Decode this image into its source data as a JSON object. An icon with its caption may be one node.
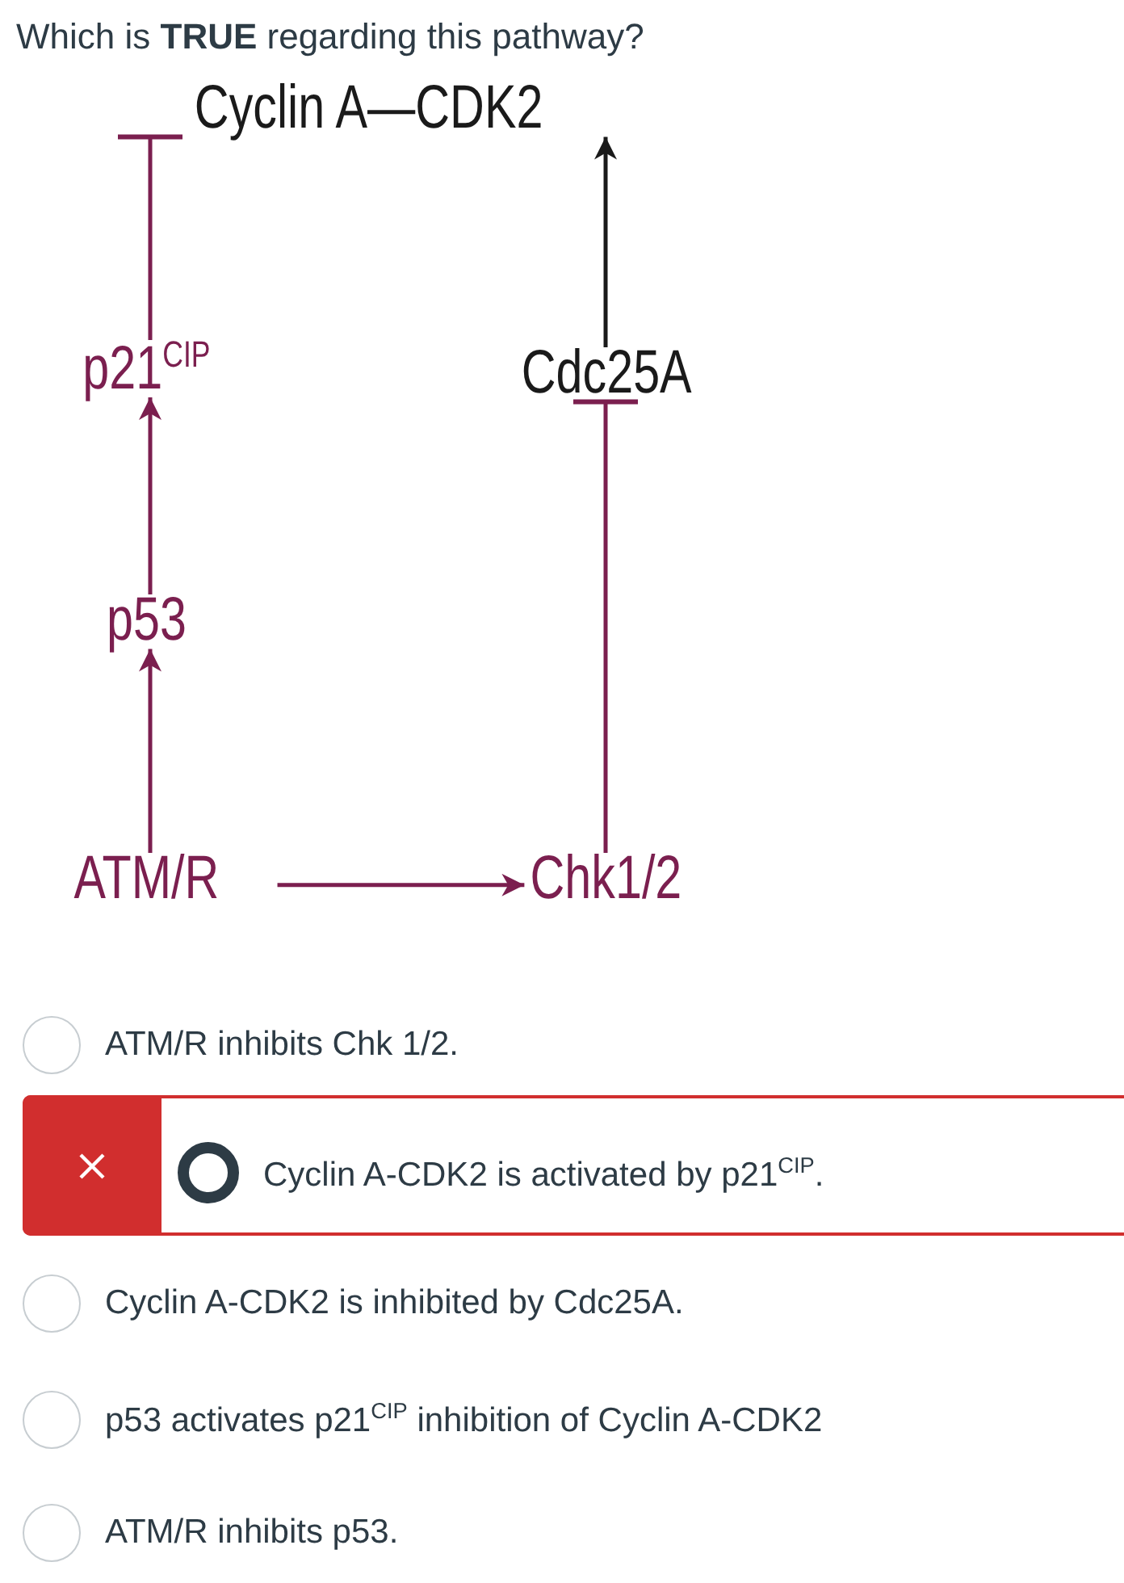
{
  "diagram": {
    "title": "Which is **TRUE** regarding this pathway?",
    "nodes": [
      {
        "text": [
          "Cyclin A—CDK2"
        ]
      },
      {
        "text": [
          "p21$^{CIP}$"
        ]
      },
      {
        "text": [
          "Cdc25A"
        ]
      },
      {
        "text": [
          "p53"
        ]
      },
      {
        "text": [
          "ATM/R"
        ]
      },
      {
        "text": [
          "Chk1/2"
        ]
      }
    ],
    "edges": [
      {
        "from": 1,
        "to": 0,
        "arrow": "other"
      },
      {
        "from": 2,
        "to": 0,
        "arrow": "to",
        "color": "#1a1a1a"
      },
      {
        "from": 3,
        "to": 1,
        "arrow": "to"
      },
      {
        "from": 5,
        "to": 2,
        "arrow": "other"
      },
      {
        "from": 4,
        "to": 3,
        "arrow": "to"
      },
      {
        "from": 4,
        "to": 5,
        "arrow": "to"
      }
    ],
    "labels": [
      "ATM/R inhibits Chk 1/2.",
      "Cyclin A-CDK2 is activated by p21$^{CIP}$.",
      "Cyclin A-CDK2 is inhibited by Cdc25A.",
      "p53 activates p21$^{CIP}$ inhibition of Cyclin A-CDK2",
      "ATM/R inhibits p53."
    ]
  }
}
